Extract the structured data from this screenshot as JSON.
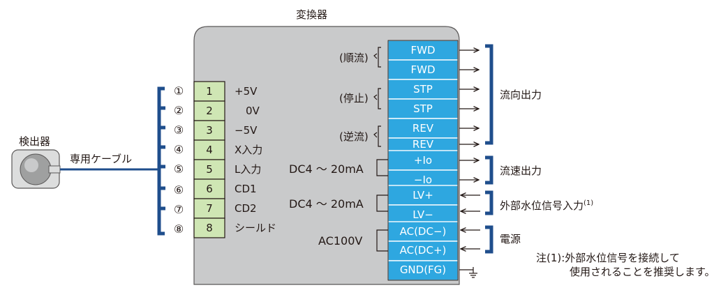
{
  "colors": {
    "brand_blue": "#1f4e8c",
    "terminal_green": "#cfe6b4",
    "signal_cyan": "#2ea7e0",
    "converter_grey": "#c9cacb"
  },
  "converter_title": "変換器",
  "detector_label": "検出器",
  "cable_label": "専用ケーブル",
  "input_terminals": [
    {
      "circled": "①",
      "num": "1",
      "label": "+5V"
    },
    {
      "circled": "②",
      "num": "2",
      "label": "0V"
    },
    {
      "circled": "③",
      "num": "3",
      "label": "−5V"
    },
    {
      "circled": "④",
      "num": "4",
      "label": "X入力"
    },
    {
      "circled": "⑤",
      "num": "5",
      "label": "L入力"
    },
    {
      "circled": "⑥",
      "num": "6",
      "label": "CD1"
    },
    {
      "circled": "⑦",
      "num": "7",
      "label": "CD2"
    },
    {
      "circled": "⑧",
      "num": "8",
      "label": "シールド"
    }
  ],
  "output_terminals": [
    "FWD",
    "FWD",
    "STP",
    "STP",
    "REV",
    "REV",
    "+Io",
    "−Io",
    "LV+",
    "LV−",
    "AC(DC−)",
    "AC(DC+)",
    "GND(FG)"
  ],
  "relay_labels": [
    "(順流)",
    "(停止)",
    "(逆流)"
  ],
  "dc_label_1": "DC4 ～ 20mA",
  "dc_label_2": "DC4 ～ 20mA",
  "ac_label": "AC100V",
  "group_labels": {
    "flow_direction": "流向出力",
    "flow_speed": "流速出力",
    "water_level": "外部水位信号入力",
    "water_level_sup": "(1)",
    "power": "電源"
  },
  "note_line1": "注(1):外部水位信号を接続して",
  "note_line2": "使用されることを推奨します。"
}
